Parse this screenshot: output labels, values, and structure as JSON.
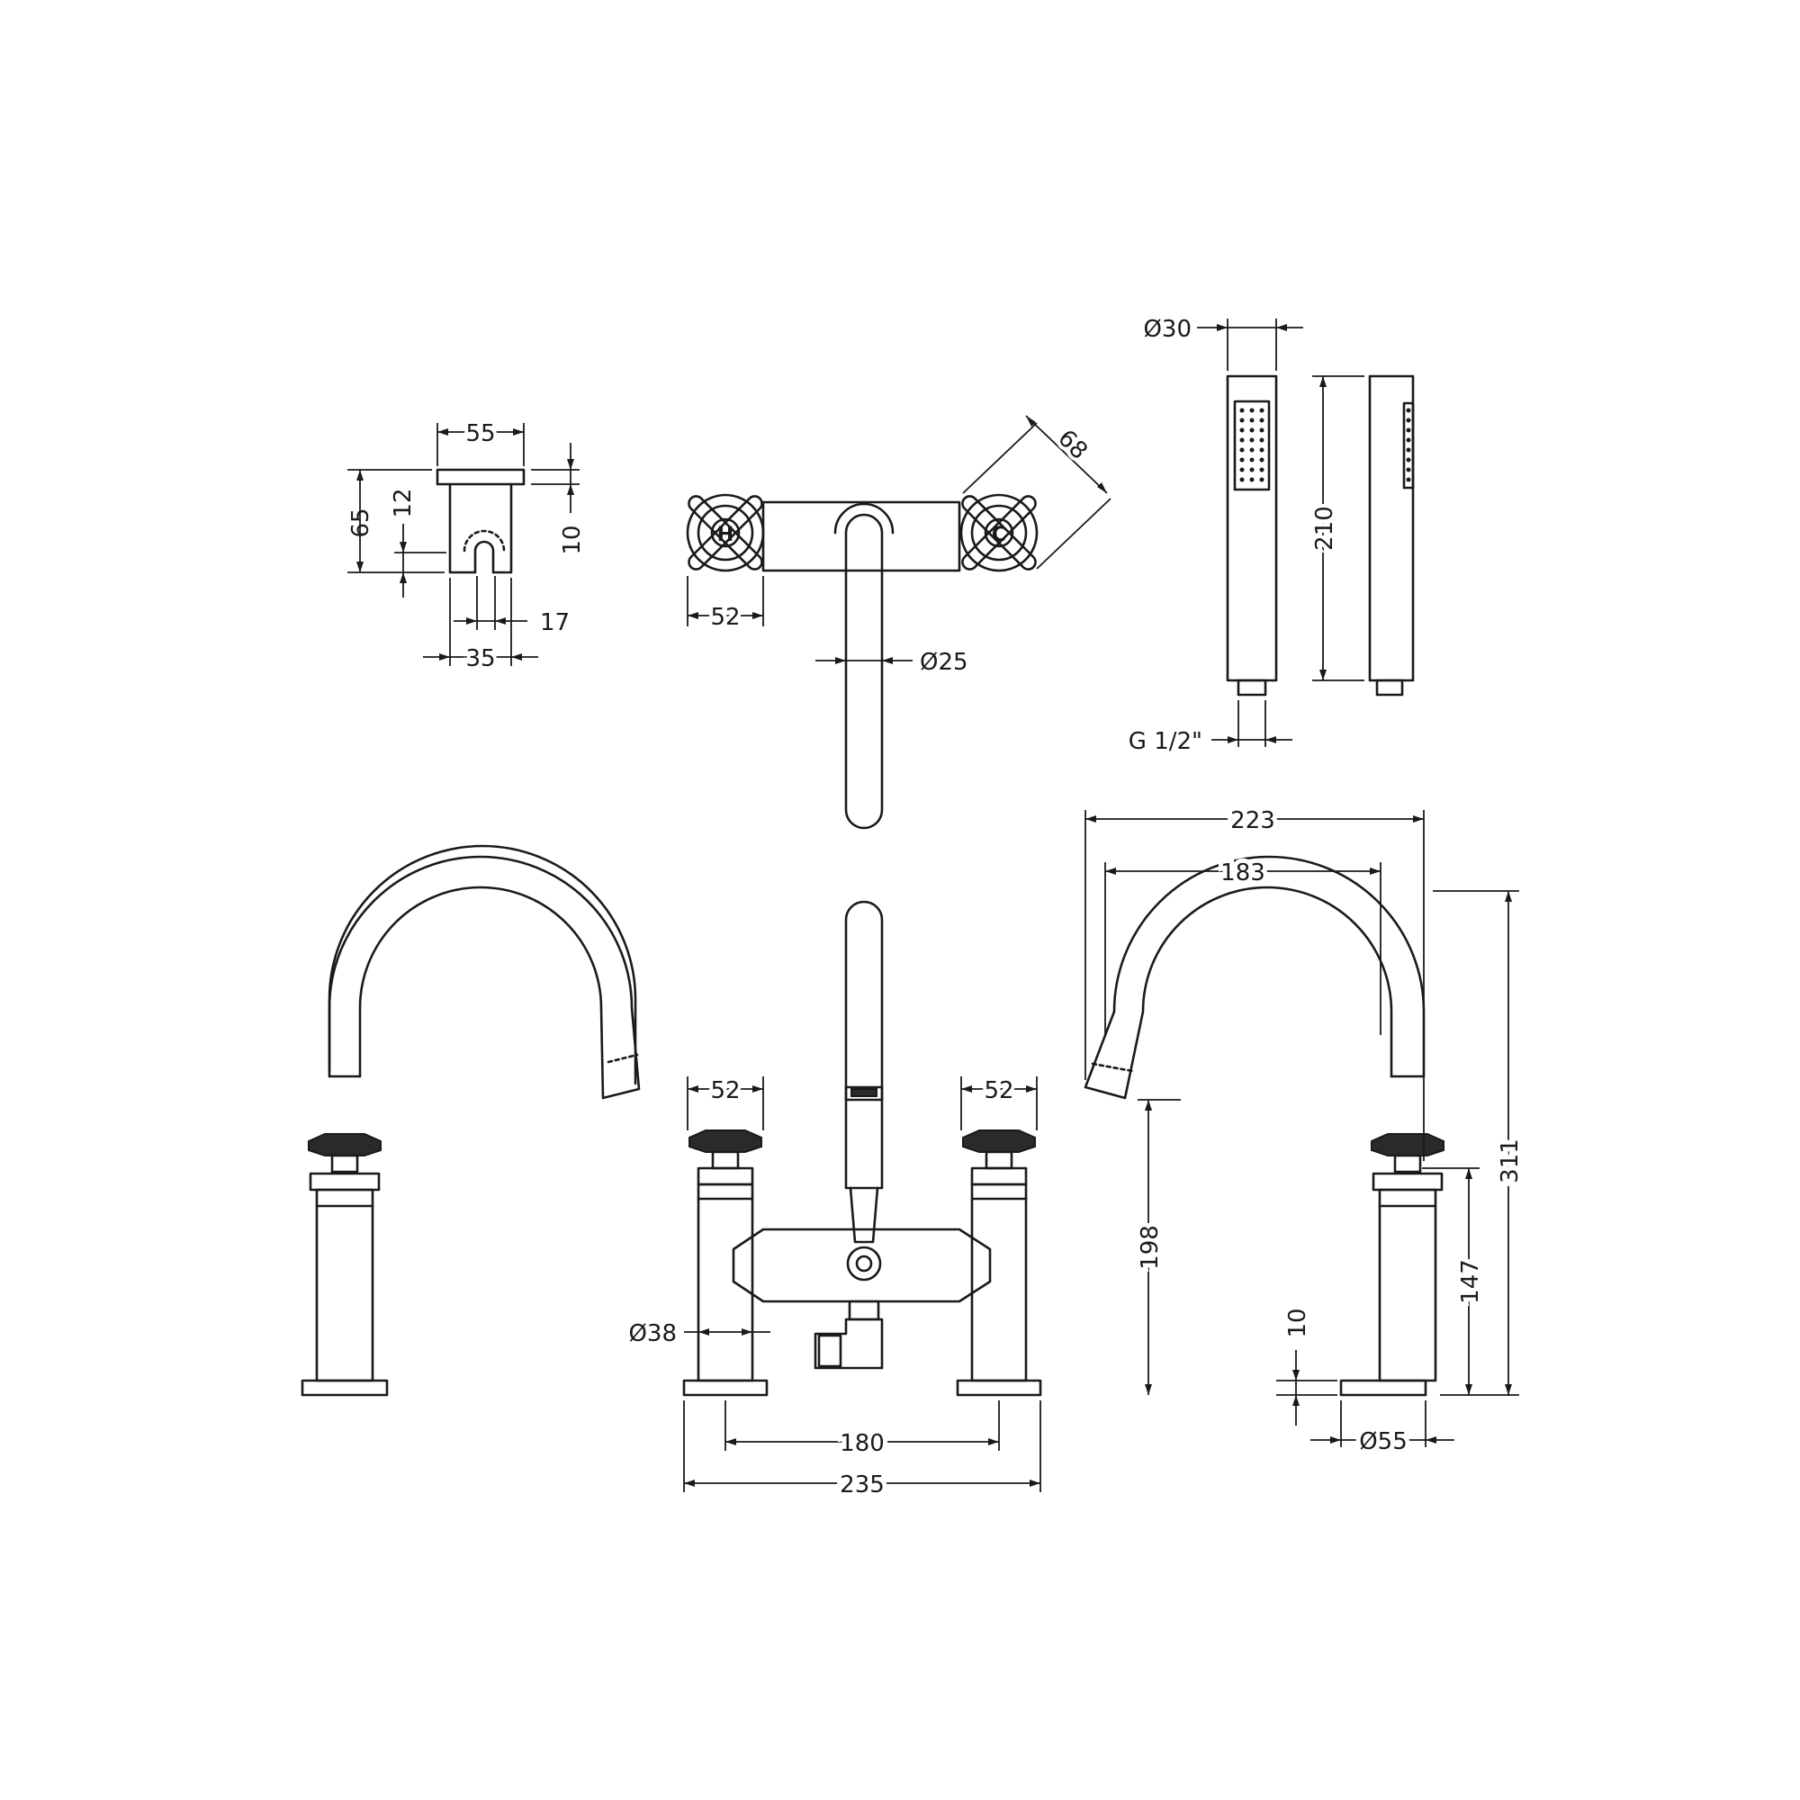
{
  "dimensions": {
    "holder_width": "55",
    "holder_height": "65",
    "holder_top": "12",
    "holder_thickness": "10",
    "holder_slot": "17",
    "holder_base": "35",
    "handle_span": "68",
    "handle_width_top": "52",
    "spout_diameter_top": "Ø25",
    "handset_diameter": "Ø30",
    "handset_length": "210",
    "handset_thread": "G 1/2\"",
    "handle_width_left": "52",
    "handle_width_right": "52",
    "pillar_diameter": "Ø38",
    "centres": "180",
    "overall_width": "235",
    "spout_reach_total": "223",
    "spout_reach": "183",
    "overall_height": "311",
    "spout_height": "198",
    "pillar_height": "147",
    "base_thickness": "10",
    "base_diameter": "Ø55"
  },
  "handle_marks": {
    "hot": "H",
    "cold": "C"
  }
}
